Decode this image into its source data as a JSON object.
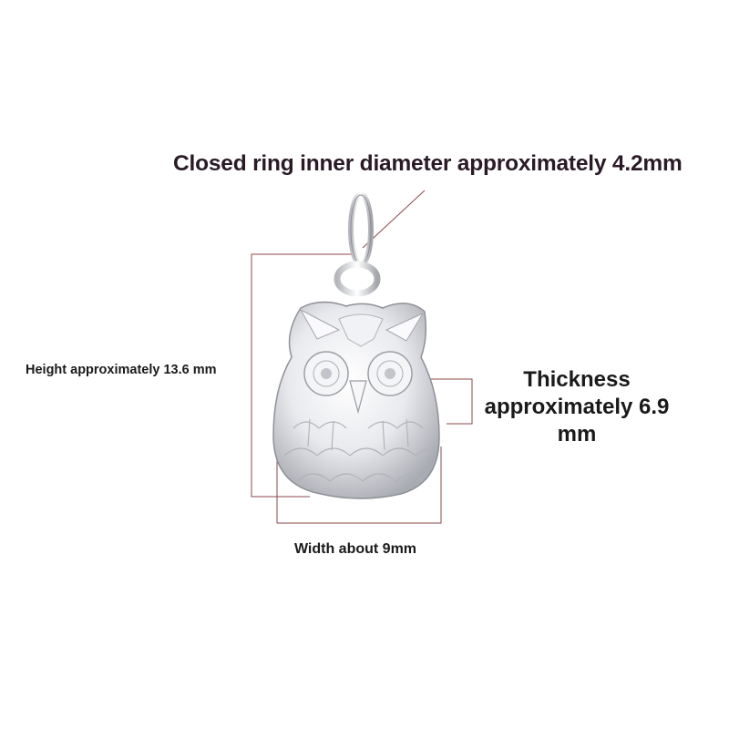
{
  "labels": {
    "ring": "Closed ring inner diameter approximately 4.2mm",
    "height": "Height approximately 13.6 mm",
    "thickness": "Thickness approximately 6.9 mm",
    "width": "Width about 9mm"
  },
  "colors": {
    "dimension_line": "#8a4a4a",
    "label_text": "#1a1a1a",
    "title_text": "#2a1a26",
    "silver_light": "#f6f6f8",
    "silver_mid": "#d4d6db",
    "silver_dark": "#9a9ca3"
  },
  "icons": {
    "product": "owl-pendant-icon"
  }
}
